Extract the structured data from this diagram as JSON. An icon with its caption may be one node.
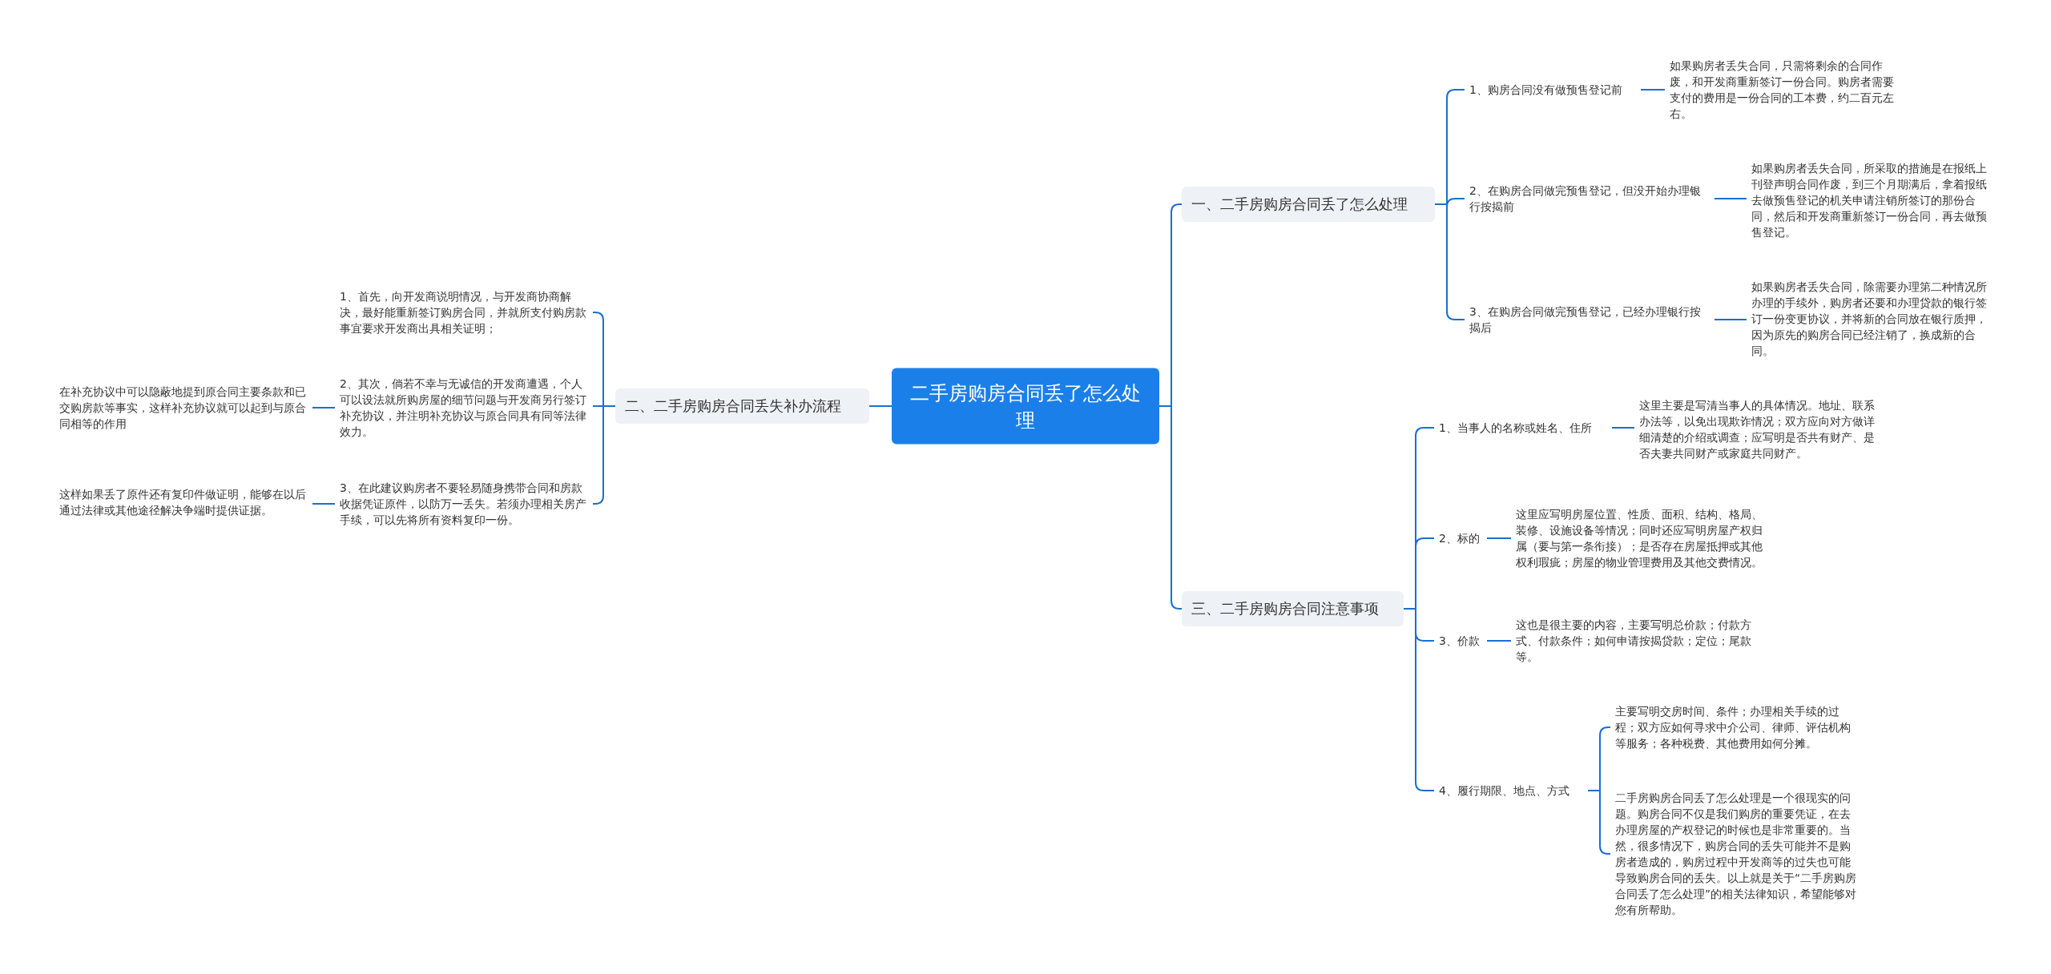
{
  "diagram": {
    "nodes": [
      {
        "text": [
          "二手房购房合同丢了怎么处理"
        ]
      },
      {
        "text": [
          "一、二手房购房合同丢了怎么处理"
        ]
      },
      {
        "text": [
          "1、购房合同没有做预售登记前"
        ]
      },
      {
        "text": [
          "如果购房者丢失合同，只需将剩余的合同作废，和开发商重新签订一份合同。购房者需要支付的费用是一份合同的工本费，约二百元左右。"
        ]
      },
      {
        "text": [
          "2、在购房合同做完预售登记，但没开始办理银行按揭前"
        ]
      },
      {
        "text": [
          "如果购房者丢失合同，所采取的措施是在报纸上刊登声明合同作废，到三个月期满后，拿着报纸去做预售登记的机关申请注销所签订的那份合同，然后和开发商重新签订一份合同，再去做预售登记。"
        ]
      },
      {
        "text": [
          "3、在购房合同做完预售登记，已经办理银行按揭后"
        ]
      },
      {
        "text": [
          "如果购房者丢失合同，除需要办理第二种情况所办理的手续外，购房者还要和办理贷款的银行签订一份变更协议，并将新的合同放在银行质押，因为原先的购房合同已经注销了，换成新的合同。"
        ]
      },
      {
        "text": [
          "二、二手房购房合同丢失补办流程"
        ]
      },
      {
        "text": [
          "1、首先，向开发商说明情况，与开发商协商解决，最好能重新签订购房合同，并就所支付购房款事宜要求开发商出具相关证明；"
        ]
      },
      {
        "text": [
          "2、其次，倘若不幸与无诚信的开发商遭遇，个人可以设法就所购房屋的细节问题与开发商另行签订补充协议，并注明补充协议与原合同具有同等法律效力。"
        ]
      },
      {
        "text": [
          "在补充协议中可以隐蔽地提到原合同主要条款和已交购房款等事实，这样补充协议就可以起到与原合同相等的作用"
        ]
      },
      {
        "text": [
          "3、在此建议购房者不要轻易随身携带合同和房款收据凭证原件，以防万一丢失。若须办理相关房产手续，可以先将所有资料复印一份。"
        ]
      },
      {
        "text": [
          "这样如果丢了原件还有复印件做证明，能够在以后通过法律或其他途径解决争端时提供证据。"
        ]
      },
      {
        "text": [
          "三、二手房购房合同注意事项"
        ]
      },
      {
        "text": [
          "1、当事人的名称或姓名、住所"
        ]
      },
      {
        "text": [
          "这里主要是写清当事人的具体情况。地址、联系办法等，以免出现欺诈情况；双方应向对方做详细清楚的介绍或调查；应写明是否共有财产、是否夫妻共同财产或家庭共同财产。"
        ]
      },
      {
        "text": [
          "2、标的"
        ]
      },
      {
        "text": [
          "这里应写明房屋位置、性质、面积、结构、格局、装修、设施设备等情况；同时还应写明房屋产权归属（要与第一条衔接）；是否存在房屋抵押或其他权利瑕疵；房屋的物业管理费用及其他交费情况。"
        ]
      },
      {
        "text": [
          "3、价款"
        ]
      },
      {
        "text": [
          "这也是很主要的内容，主要写明总价款；付款方式、付款条件；如何申请按揭贷款；定位；尾款等。"
        ]
      },
      {
        "text": [
          "4、履行期限、地点、方式"
        ]
      },
      {
        "text": [
          "主要写明交房时间、条件；办理相关手续的过程；双方应如何寻求中介公司、律师、评估机构等服务；各种税费、其他费用如何分摊。"
        ]
      },
      {
        "text": [
          "二手房购房合同丢了怎么处理是一个很现实的问题。购房合同不仅是我们购房的重要凭证，在去办理房屋的产权登记的时候也是非常重要的。当然，很多情况下，购房合同的丢失可能并不是购房者造成的，购房过程中开发商等的过失也可能导致购房合同的丢失。以上就是关于“二手房购房合同丢了怎么处理”的相关法律知识，希望能够对您有所帮助。"
        ]
      }
    ],
    "edges": [
      {
        "from": 0,
        "to": 1,
        "arrow": "none"
      },
      {
        "from": 1,
        "to": 2,
        "arrow": "none"
      },
      {
        "from": 2,
        "to": 3,
        "arrow": "none"
      },
      {
        "from": 1,
        "to": 4,
        "arrow": "none"
      },
      {
        "from": 4,
        "to": 5,
        "arrow": "none"
      },
      {
        "from": 1,
        "to": 6,
        "arrow": "none"
      },
      {
        "from": 6,
        "to": 7,
        "arrow": "none"
      },
      {
        "from": 0,
        "to": 8,
        "arrow": "none"
      },
      {
        "from": 8,
        "to": 9,
        "arrow": "none"
      },
      {
        "from": 8,
        "to": 10,
        "arrow": "none"
      },
      {
        "from": 10,
        "to": 11,
        "arrow": "none"
      },
      {
        "from": 8,
        "to": 12,
        "arrow": "none"
      },
      {
        "from": 12,
        "to": 13,
        "arrow": "none"
      },
      {
        "from": 0,
        "to": 14,
        "arrow": "none"
      },
      {
        "from": 14,
        "to": 15,
        "arrow": "none"
      },
      {
        "from": 15,
        "to": 16,
        "arrow": "none"
      },
      {
        "from": 14,
        "to": 17,
        "arrow": "none"
      },
      {
        "from": 17,
        "to": 18,
        "arrow": "none"
      },
      {
        "from": 14,
        "to": 19,
        "arrow": "none"
      },
      {
        "from": 19,
        "to": 20,
        "arrow": "none"
      },
      {
        "from": 14,
        "to": 21,
        "arrow": "none"
      },
      {
        "from": 21,
        "to": 22,
        "arrow": "none"
      },
      {
        "from": 21,
        "to": 23,
        "arrow": "none"
      }
    ]
  }
}
